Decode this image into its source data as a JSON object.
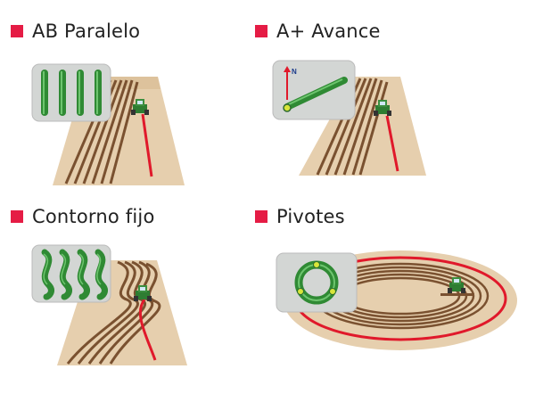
{
  "colors": {
    "bullet": "#e51c45",
    "field": "#e6cfae",
    "field_dark": "#d7b98f",
    "furrow": "#7a5130",
    "line": "#e0192b",
    "icon_bg": "#d3d6d4",
    "icon_green": "#2f8a34"
  },
  "panels": [
    {
      "title": "AB Paralelo",
      "icon": "parallel-lines-icon"
    },
    {
      "title": "A+ Avance",
      "icon": "a-plus-heading-icon"
    },
    {
      "title": "Contorno fijo",
      "icon": "curved-lines-icon"
    },
    {
      "title": "Pivotes",
      "icon": "pivot-ring-icon"
    }
  ],
  "north_label": "N"
}
